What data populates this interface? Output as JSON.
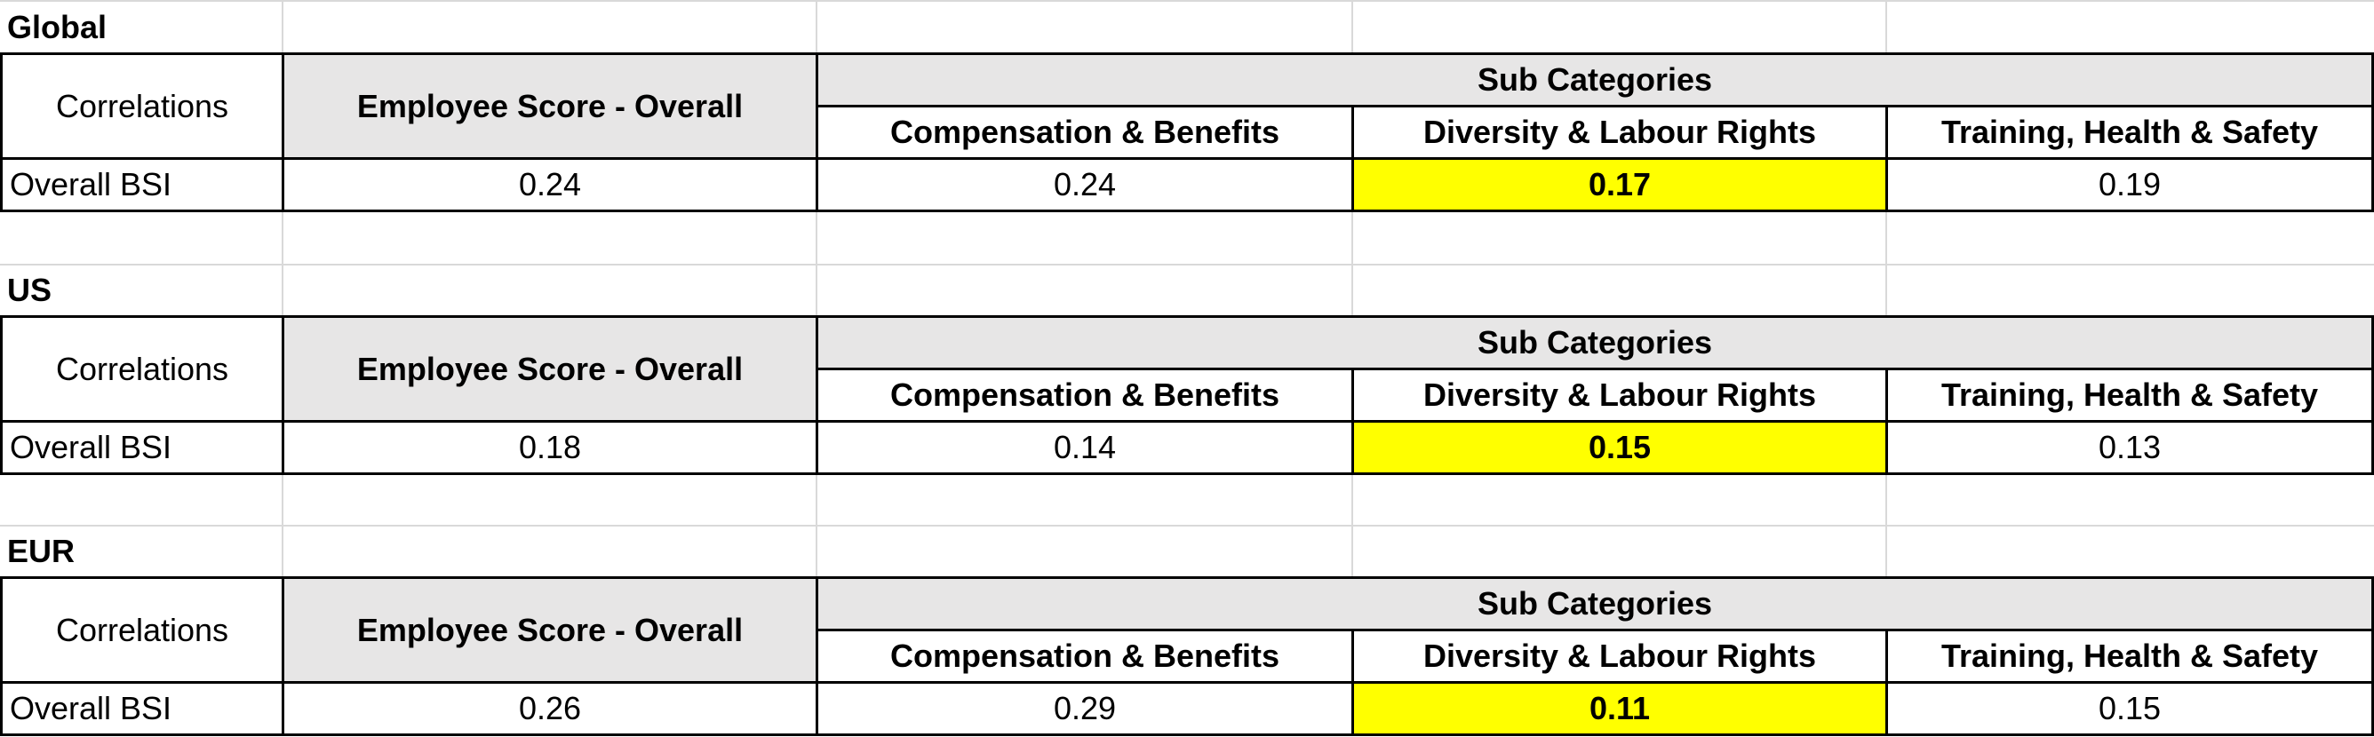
{
  "sections": [
    {
      "region": "Global",
      "corner_label": "Correlations",
      "overall_header": "Employee Score - Overall",
      "subcategories_header": "Sub Categories",
      "subcategory_labels": [
        "Compensation & Benefits",
        "Diversity & Labour Rights",
        "Training, Health & Safety"
      ],
      "row_label": "Overall BSI",
      "overall_value": "0.24",
      "subcategory_values": [
        "0.24",
        "0.17",
        "0.19"
      ]
    },
    {
      "region": "US",
      "corner_label": "Correlations",
      "overall_header": "Employee Score - Overall",
      "subcategories_header": "Sub Categories",
      "subcategory_labels": [
        "Compensation & Benefits",
        "Diversity & Labour Rights",
        "Training, Health & Safety"
      ],
      "row_label": "Overall BSI",
      "overall_value": "0.18",
      "subcategory_values": [
        "0.14",
        "0.15",
        "0.13"
      ]
    },
    {
      "region": "EUR",
      "corner_label": "Correlations",
      "overall_header": "Employee Score - Overall",
      "subcategories_header": "Sub Categories",
      "subcategory_labels": [
        "Compensation & Benefits",
        "Diversity & Labour Rights",
        "Training, Health & Safety"
      ],
      "row_label": "Overall BSI",
      "overall_value": "0.26",
      "subcategory_values": [
        "0.29",
        "0.11",
        "0.15"
      ]
    }
  ],
  "colors": {
    "header_fill": "#e7e6e6",
    "highlight_fill": "#ffff00",
    "grid_line": "#d9d9d9",
    "border": "#000000"
  },
  "highlighted_subcategory": "Diversity & Labour Rights"
}
